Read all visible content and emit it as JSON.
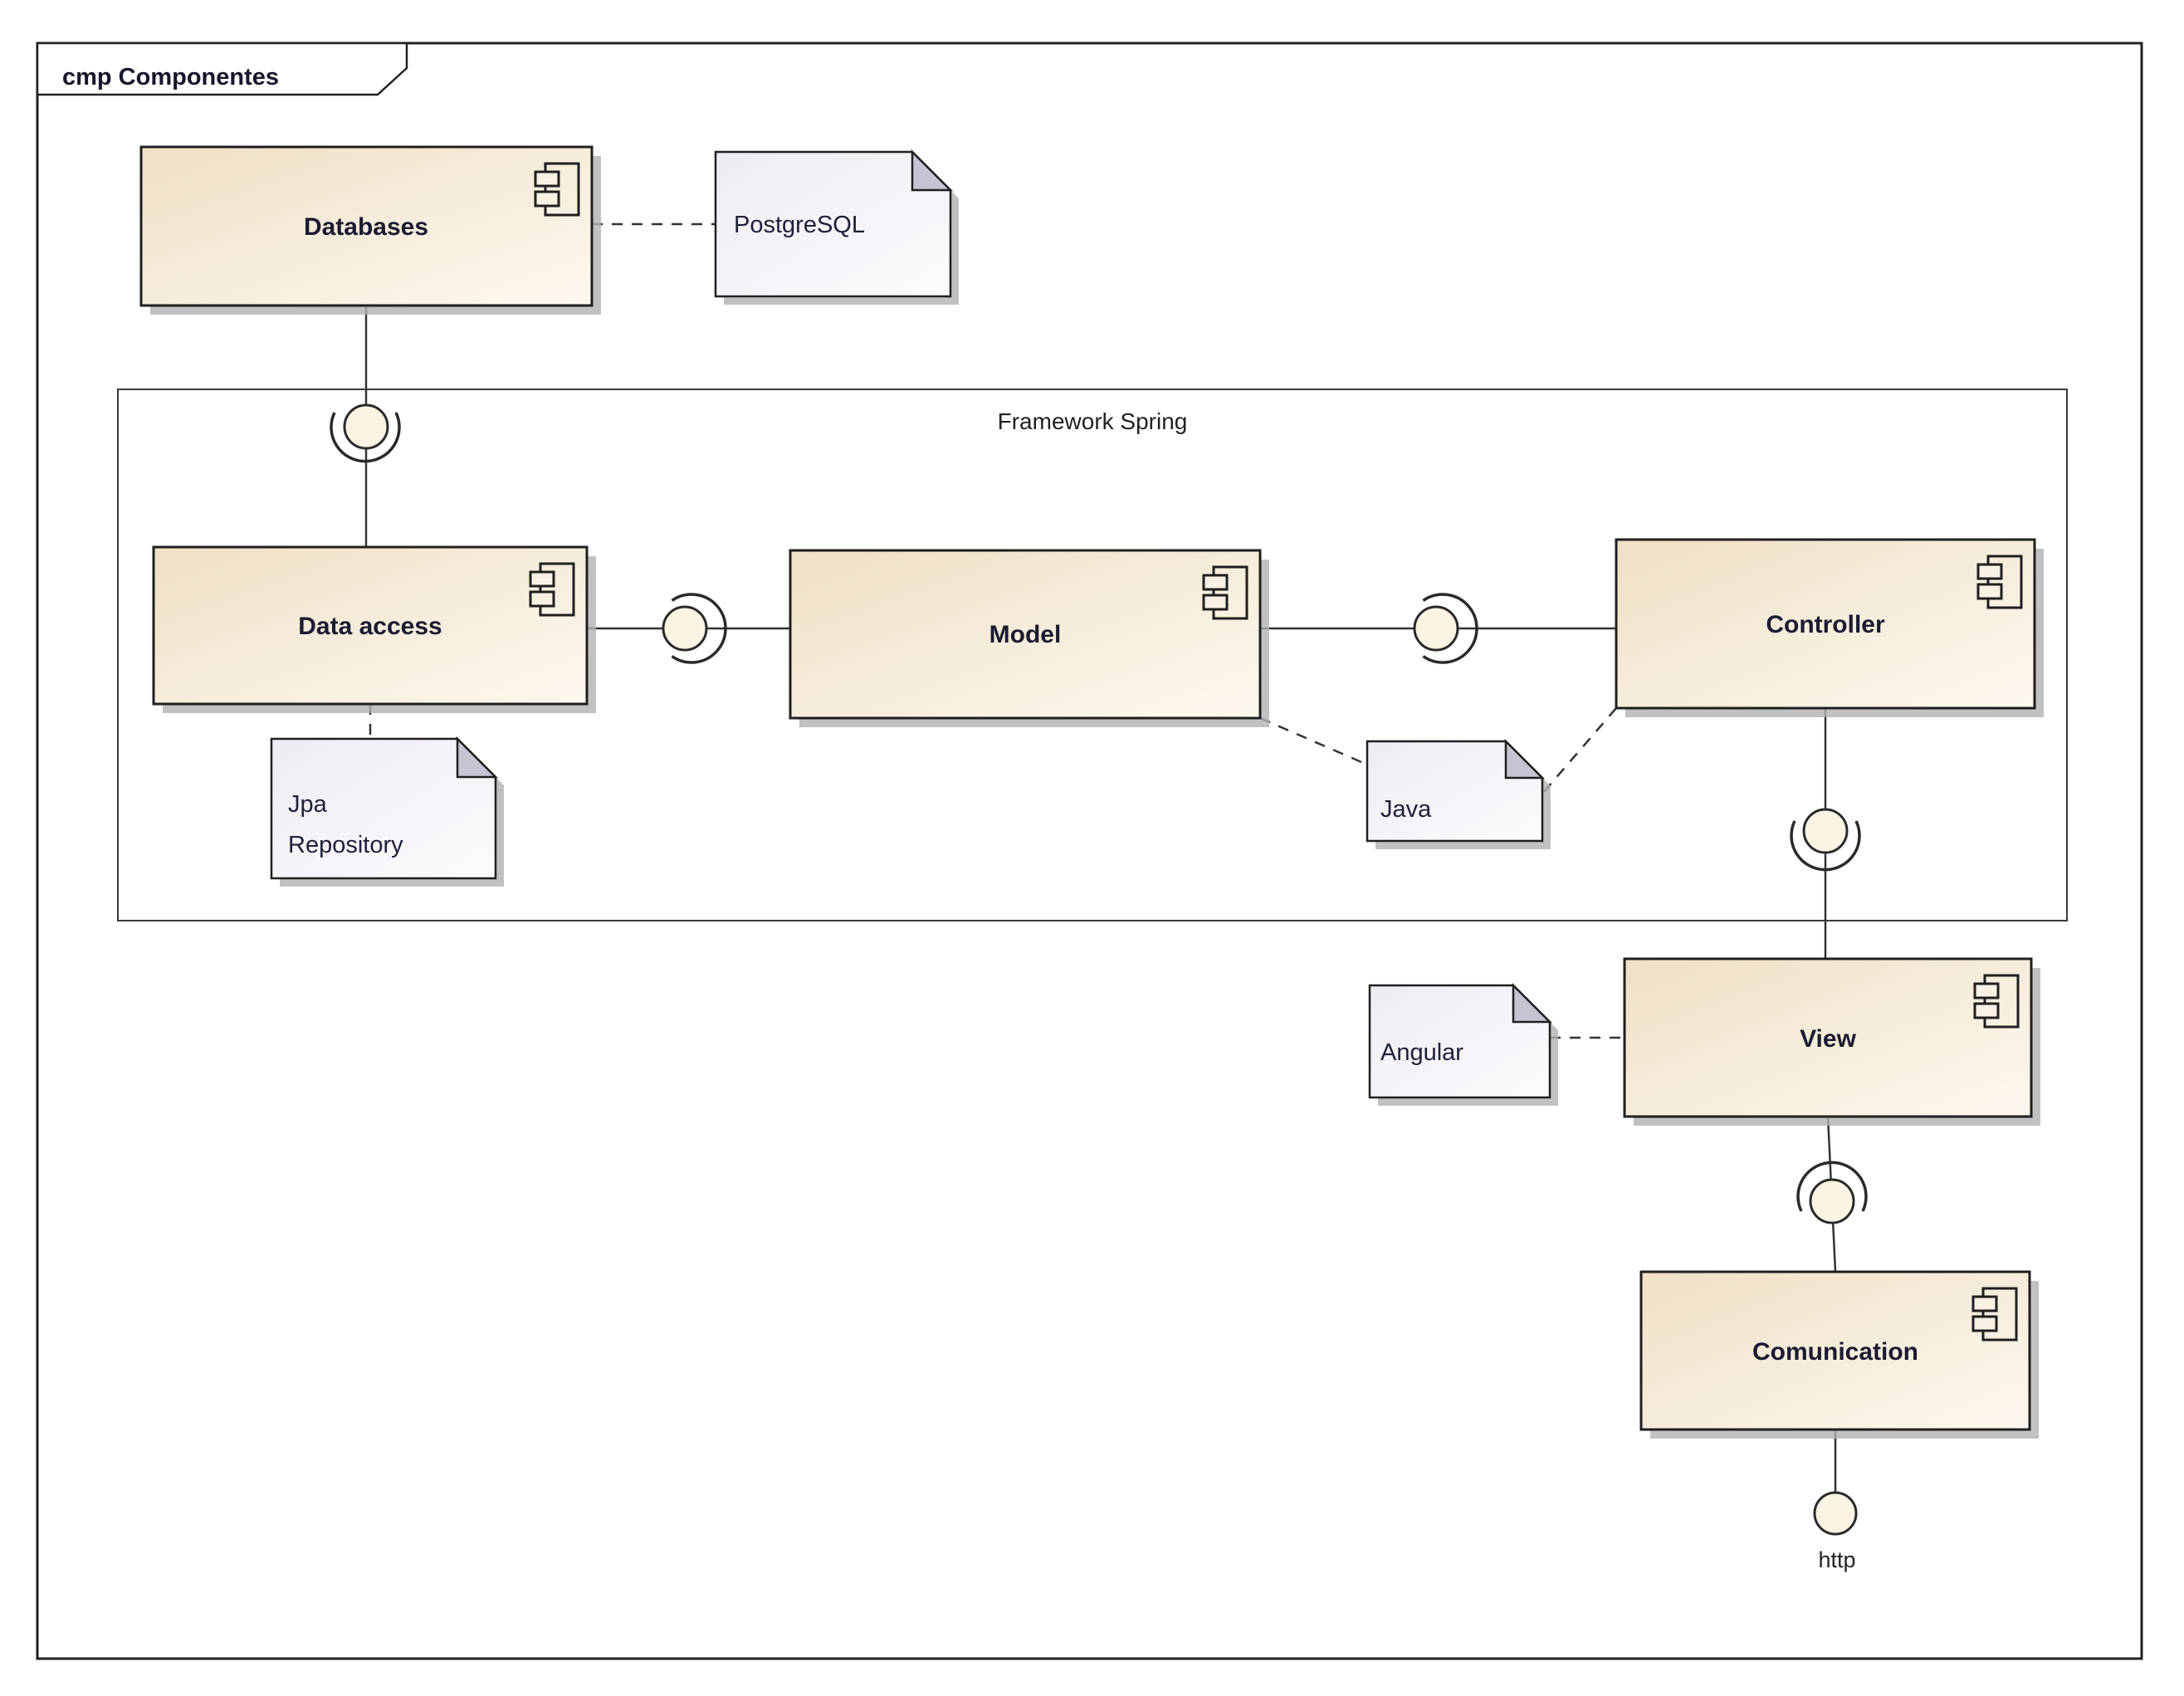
{
  "diagram": {
    "frame": {
      "title": "cmp Componentes"
    },
    "boundary": {
      "label": "Framework Spring"
    },
    "components": {
      "databases": {
        "label": "Databases"
      },
      "data_access": {
        "label": "Data access"
      },
      "model": {
        "label": "Model"
      },
      "controller": {
        "label": "Controller"
      },
      "view": {
        "label": "View"
      },
      "comunication": {
        "label": "Comunication"
      }
    },
    "notes": {
      "postgresql": {
        "text": "PostgreSQL"
      },
      "jpa_repository": {
        "line1": "Jpa",
        "line2": "Repository"
      },
      "java": {
        "text": "Java"
      },
      "angular": {
        "text": "Angular"
      }
    },
    "interfaces": {
      "http": {
        "label": "http"
      }
    },
    "colors": {
      "component_fill_dark": "#efe0c6",
      "component_fill_light": "#fdf8ef",
      "note_fill_dark": "#efebf3",
      "note_fill_light": "#fcfbfd",
      "note_fold": "#c7c3d2",
      "ball_fill": "#fdf3e3",
      "shadow": "#b2b2b2",
      "line": "#333333",
      "border": "#1f1f1f"
    }
  }
}
